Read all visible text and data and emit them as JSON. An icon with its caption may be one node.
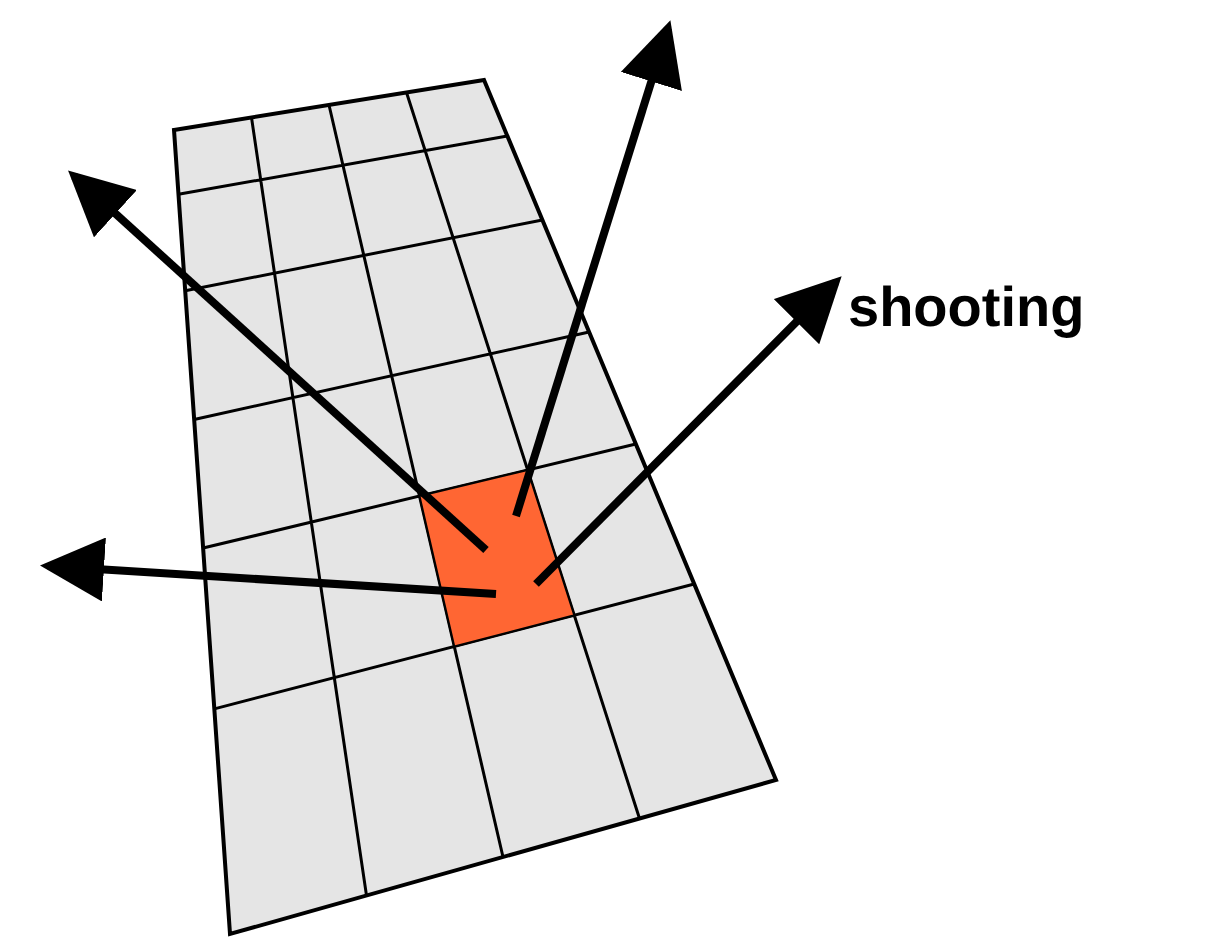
{
  "diagram": {
    "nodes": [
      {
        "text": [],
        "shape": "box"
      },
      {
        "text": [
          "shooting"
        ]
      }
    ],
    "edges": [
      {
        "from": 0,
        "to": null,
        "arrow": "to"
      },
      {
        "from": 0,
        "to": null,
        "arrow": "to"
      },
      {
        "from": 0,
        "to": 1,
        "arrow": "to"
      },
      {
        "from": 0,
        "to": null,
        "arrow": "to"
      }
    ]
  }
}
